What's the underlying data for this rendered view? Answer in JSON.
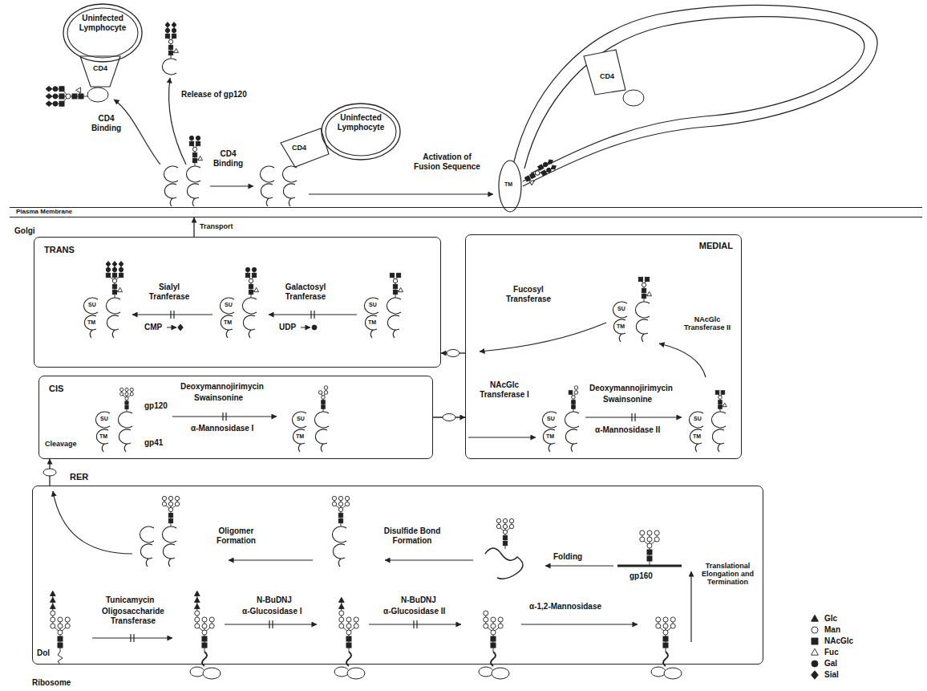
{
  "diagram": {
    "nodes": [
      {
        "text": [
          "Uninfected Lymphocyte"
        ]
      },
      {
        "text": [
          "Uninfected Lymphocyte"
        ]
      },
      {
        "text": [
          "Plasma Membrane"
        ]
      },
      {
        "text": [
          "TRANS"
        ]
      },
      {
        "text": [
          "MEDIAL"
        ]
      },
      {
        "text": [
          "CIS"
        ]
      },
      {
        "text": [
          "RER"
        ]
      }
    ],
    "edges": [
      {
        "from": 6,
        "to": 5,
        "arrow": "to"
      },
      {
        "from": 5,
        "to": 4,
        "arrow": "to"
      },
      {
        "from": 4,
        "to": 3,
        "arrow": "to"
      },
      {
        "from": 3,
        "to": 2,
        "label": "Transport",
        "arrow": "to"
      }
    ],
    "labels": [
      "CD4",
      "Release of gp120",
      "CD4 Binding",
      "CD4 Binding",
      "CD4",
      "Activation of Fusion Sequence",
      "CD4",
      "TM",
      "Golgi",
      "Sialyl Tranferase",
      "CMP",
      "Galactosyl Tranferase",
      "UDP",
      "Fucosyl Transferase",
      "NAcGlc Transferase II",
      "NAcGlc Transferase I",
      "Deoxymannojirimycin",
      "Swainsonine",
      "α-Mannosidase II",
      "Deoxymannojirimycin",
      "Swainsonine",
      "α-Mannosidase I",
      "gp120",
      "gp41",
      "Cleavage",
      "Oligomer Formation",
      "Disulfide Bond Formation",
      "Folding",
      "gp160",
      "Translational Elongation and Termination",
      "Tunicamycin",
      "Oligosaccharide Transferase",
      "N-BuDNJ",
      "α-Glucosidase I",
      "N-BuDNJ",
      "α-Glucosidase II",
      "α-1,2-Mannosidase",
      "Dol",
      "Ribosome",
      "SU",
      "TM",
      "SU",
      "TM",
      "SU",
      "TM",
      "SU",
      "TM",
      "SU",
      "TM",
      "SU",
      "TM",
      "SU",
      "TM",
      "SU",
      "TM"
    ],
    "legend": [
      {
        "text": "Glc"
      },
      {
        "text": "Man"
      },
      {
        "text": "NAcGlc"
      },
      {
        "text": "Fuc"
      },
      {
        "text": "Gal"
      },
      {
        "text": "Sial"
      }
    ]
  }
}
